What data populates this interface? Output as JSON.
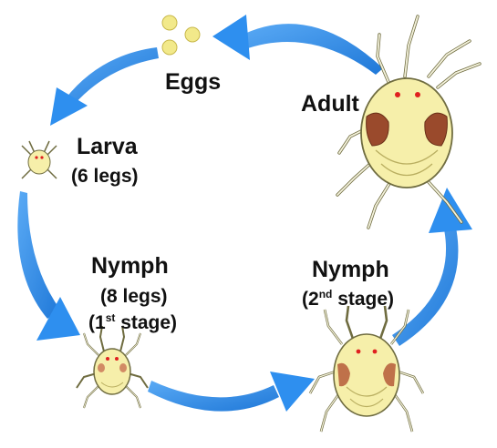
{
  "colors": {
    "arrow": "#2e8fef",
    "arrow_dark": "#1f78d8",
    "egg": "#f2e98a",
    "egg_stroke": "#c8b84a",
    "body": "#f6efaa",
    "body_stroke": "#6f6c40",
    "patch": "#9a4a2c",
    "eye": "#e02020",
    "leg": "#f4f2dc"
  },
  "stages": {
    "eggs": {
      "label": "Eggs"
    },
    "larva": {
      "label": "Larva",
      "note": "(6 legs)"
    },
    "nymph1": {
      "label": "Nymph",
      "note": "(8 legs)",
      "stage_prefix": "(1",
      "stage_sup": "st",
      "stage_suffix": " stage)"
    },
    "nymph2": {
      "label": "Nymph",
      "stage_prefix": "(2",
      "stage_sup": "nd",
      "stage_suffix": " stage)"
    },
    "adult": {
      "label": "Adult"
    }
  },
  "icons": [
    "egg-cluster-icon",
    "larva-mite-icon",
    "nymph1-mite-icon",
    "nymph2-mite-icon",
    "adult-mite-icon"
  ]
}
